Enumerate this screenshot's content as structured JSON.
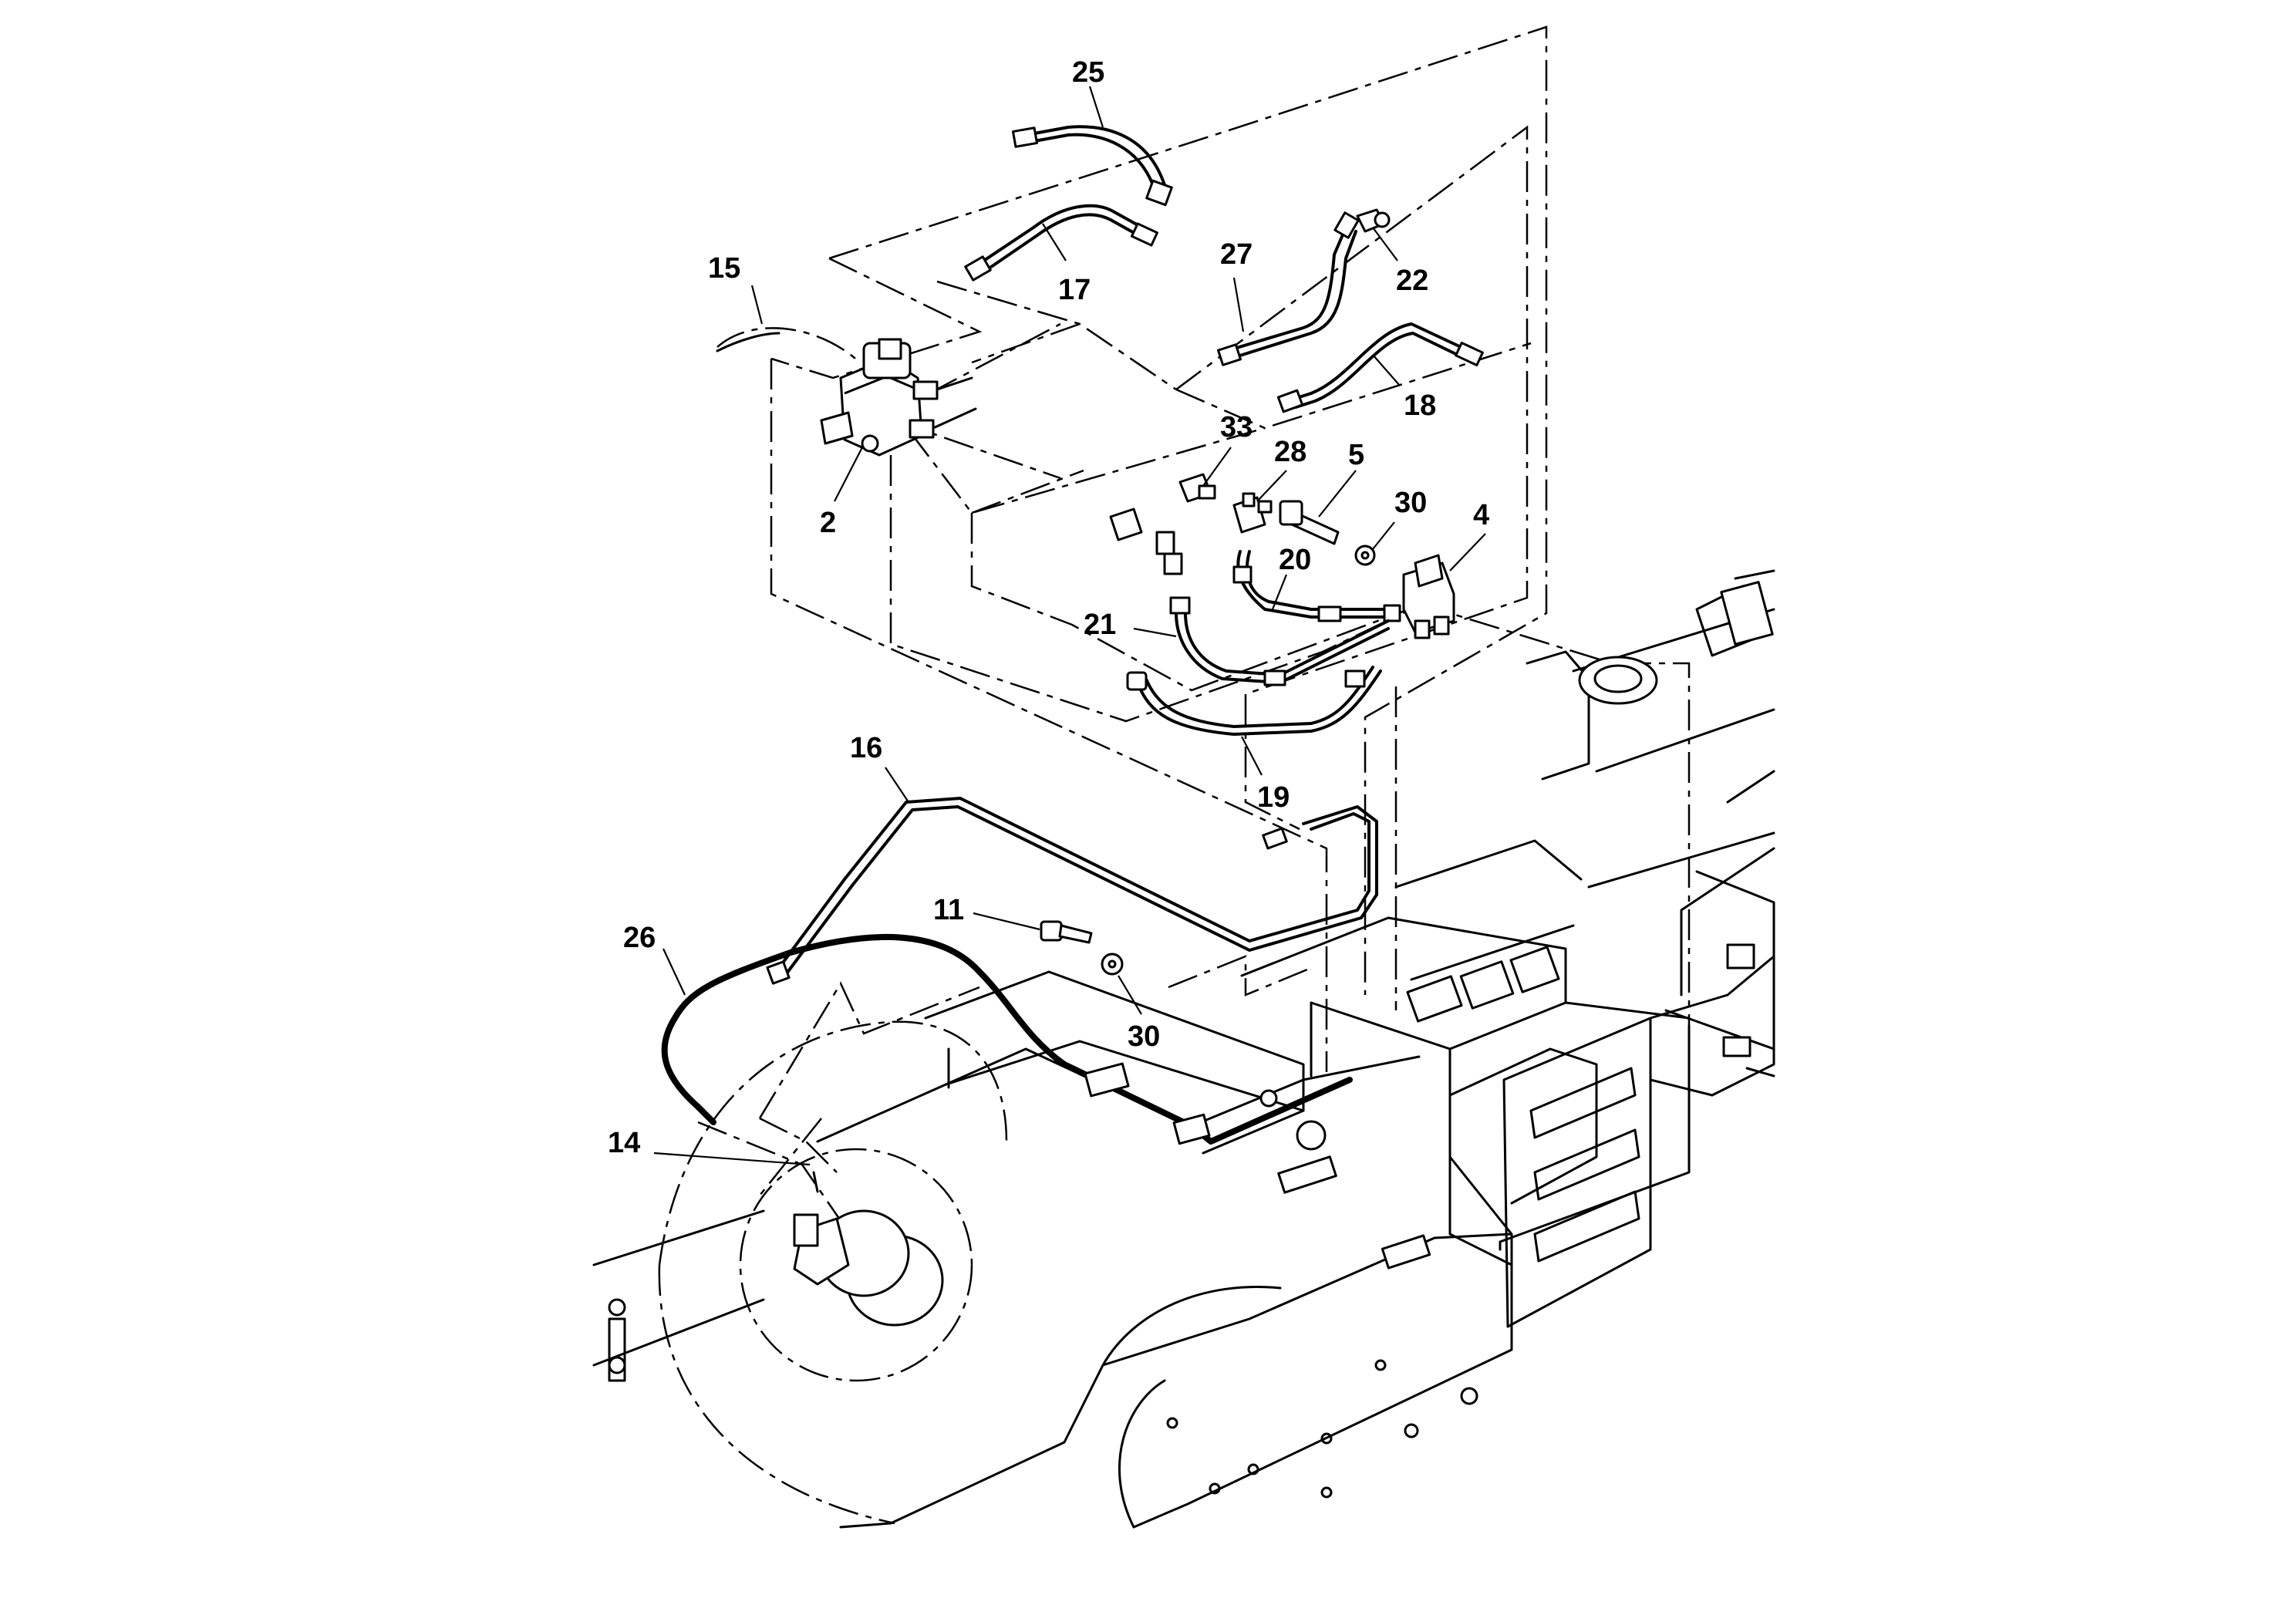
{
  "diagram": {
    "callouts": [
      {
        "id": "c25",
        "label": "25"
      },
      {
        "id": "c15",
        "label": "15"
      },
      {
        "id": "c17",
        "label": "17"
      },
      {
        "id": "c27",
        "label": "27"
      },
      {
        "id": "c22",
        "label": "22"
      },
      {
        "id": "c18",
        "label": "18"
      },
      {
        "id": "c2",
        "label": "2"
      },
      {
        "id": "c33",
        "label": "33"
      },
      {
        "id": "c28",
        "label": "28"
      },
      {
        "id": "c5",
        "label": "5"
      },
      {
        "id": "c30a",
        "label": "30"
      },
      {
        "id": "c4",
        "label": "4"
      },
      {
        "id": "c20",
        "label": "20"
      },
      {
        "id": "c21",
        "label": "21"
      },
      {
        "id": "c19",
        "label": "19"
      },
      {
        "id": "c16",
        "label": "16"
      },
      {
        "id": "c11",
        "label": "11"
      },
      {
        "id": "c26",
        "label": "26"
      },
      {
        "id": "c30b",
        "label": "30"
      },
      {
        "id": "c14",
        "label": "14"
      }
    ]
  }
}
